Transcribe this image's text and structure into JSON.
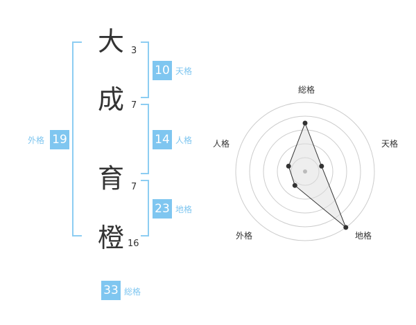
{
  "characters": [
    {
      "char": "大",
      "strokes": "3"
    },
    {
      "char": "成",
      "strokes": "7"
    },
    {
      "char": "育",
      "strokes": "7"
    },
    {
      "char": "橙",
      "strokes": "16"
    }
  ],
  "fortunes": {
    "tenkaku": {
      "label": "天格",
      "value": "10"
    },
    "jinkaku": {
      "label": "人格",
      "value": "14"
    },
    "chikaku": {
      "label": "地格",
      "value": "23"
    },
    "gaikaku": {
      "label": "外格",
      "value": "19"
    },
    "soukaku": {
      "label": "総格",
      "value": "33"
    }
  },
  "chart_data": {
    "type": "radar",
    "axes": [
      "総格",
      "天格",
      "地格",
      "外格",
      "人格"
    ],
    "values": [
      0.7,
      0.25,
      1.0,
      0.25,
      0.25
    ],
    "rings": 5,
    "colors": {
      "ring": "#cccccc",
      "line": "#333333",
      "fill": "#dddddd"
    }
  }
}
